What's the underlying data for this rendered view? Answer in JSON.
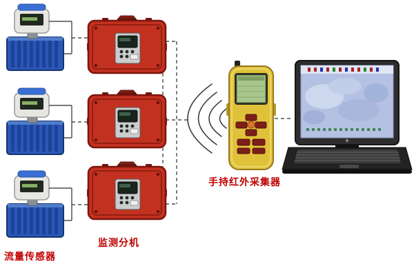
{
  "diagram": {
    "labels": {
      "flow_sensor": "流量传感器",
      "monitor_unit": "监测分机",
      "handheld_collector": "手持红外采集器"
    },
    "components": {
      "flow_sensors": 3,
      "monitor_units": 3,
      "handheld_collectors": 1,
      "computers": 1
    },
    "connections": {
      "line_style": "dashed",
      "wireless_arcs": 4
    },
    "colors": {
      "label_text": "#c00000",
      "monitor_case_red": "#c23120",
      "sensor_tank_blue": "#2a57b8",
      "handheld_yellow": "#e0c23a",
      "handheld_lcd_green": "#a9c68c",
      "laptop_screen_blue": "#b5c1e2",
      "background": "#ffffff"
    }
  }
}
